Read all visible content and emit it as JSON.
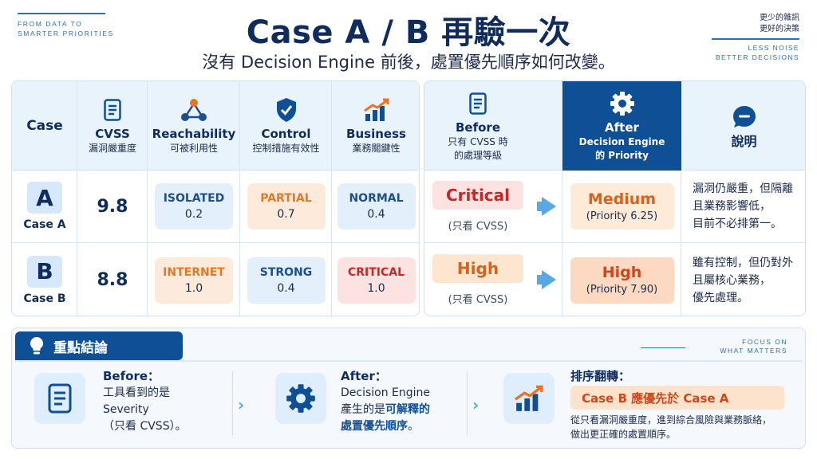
{
  "corner_left": {
    "line1": "FROM DATA TO",
    "line2": "SMARTER PRIORITIES"
  },
  "corner_right": {
    "cn1": "更少的雜訊",
    "cn2": "更好的決策",
    "en1": "LESS NOISE",
    "en2": "BETTER DECISIONS"
  },
  "title": "Case A / B 再驗一次",
  "subtitle": "沒有 Decision Engine 前後，處置優先順序如何改變。",
  "headers": {
    "case": "Case",
    "cvss": {
      "title": "CVSS",
      "sub": "漏洞嚴重度"
    },
    "reach": {
      "title": "Reachability",
      "sub": "可被利用性"
    },
    "control": {
      "title": "Control",
      "sub": "控制措施有效性"
    },
    "business": {
      "title": "Business",
      "sub": "業務關鍵性"
    },
    "before": {
      "title": "Before",
      "sub1": "只有 CVSS 時",
      "sub2": "的處理等級"
    },
    "after": {
      "title": "After",
      "sub1": "Decision Engine",
      "sub2": "的 Priority"
    },
    "note": "說明"
  },
  "rows": [
    {
      "letter": "A",
      "label": "Case A",
      "cvss": "9.8",
      "reach": {
        "tag": "ISOLATED",
        "val": "0.2"
      },
      "control": {
        "tag": "PARTIAL",
        "val": "0.7"
      },
      "business": {
        "tag": "NORMAL",
        "val": "0.4"
      },
      "before": {
        "level": "Critical",
        "note": "(只看 CVSS)"
      },
      "after": {
        "level": "Medium",
        "note": "(Priority 6.25)"
      },
      "note": [
        "漏洞仍嚴重，但隔離",
        "且業務影響低，",
        "目前不必排第一。"
      ]
    },
    {
      "letter": "B",
      "label": "Case B",
      "cvss": "8.8",
      "reach": {
        "tag": "INTERNET",
        "val": "1.0"
      },
      "control": {
        "tag": "STRONG",
        "val": "0.4"
      },
      "business": {
        "tag": "CRITICAL",
        "val": "1.0"
      },
      "before": {
        "level": "High",
        "note": "(只看 CVSS)"
      },
      "after": {
        "level": "High",
        "note": "(Priority 7.90)"
      },
      "note": [
        "雖有控制，但仍對外",
        "且屬核心業務，",
        "優先處理。"
      ]
    }
  ],
  "summary": {
    "heading": "重點結論",
    "focus1": "FOCUS ON",
    "focus2": "WHAT MATTERS",
    "before": {
      "label": "Before：",
      "l1": "工具看到的是",
      "l2": "Severity",
      "l3": "（只看 CVSS）。"
    },
    "after": {
      "label": "After：",
      "l1": "Decision Engine",
      "l2a": "產生的是",
      "l2b": "可解釋的",
      "l3": "處置優先順序",
      "l3end": "。"
    },
    "flip": {
      "label": "排序翻轉：",
      "box": "Case B 應優先於 Case A",
      "d1": "從只看漏洞嚴重度，進到綜合風險與業務脈絡，",
      "d2": "做出更正確的處置順序。"
    }
  }
}
